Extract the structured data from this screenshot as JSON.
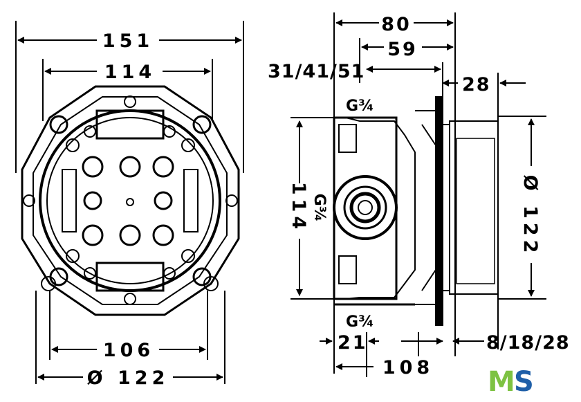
{
  "front_view": {
    "dim_151": "151",
    "dim_114": "114",
    "dim_106": "106",
    "dim_dia_122": "Ø 122"
  },
  "side_view": {
    "dim_80": "80",
    "dim_59": "59",
    "dim_31_41_51": "31/41/51",
    "dim_28": "28",
    "thread_top": "G¾",
    "thread_bottom": "G¾",
    "thread_center": "G¾",
    "dim_114": "114",
    "dim_dia_122": "Ø 122",
    "dim_21": "21",
    "dim_108": "108",
    "dim_8_18_28": "8/18/28"
  },
  "logo": {
    "letter_m": "M",
    "letter_s": "S",
    "color_m": "#7dc242",
    "color_s": "#1f5fa8"
  }
}
